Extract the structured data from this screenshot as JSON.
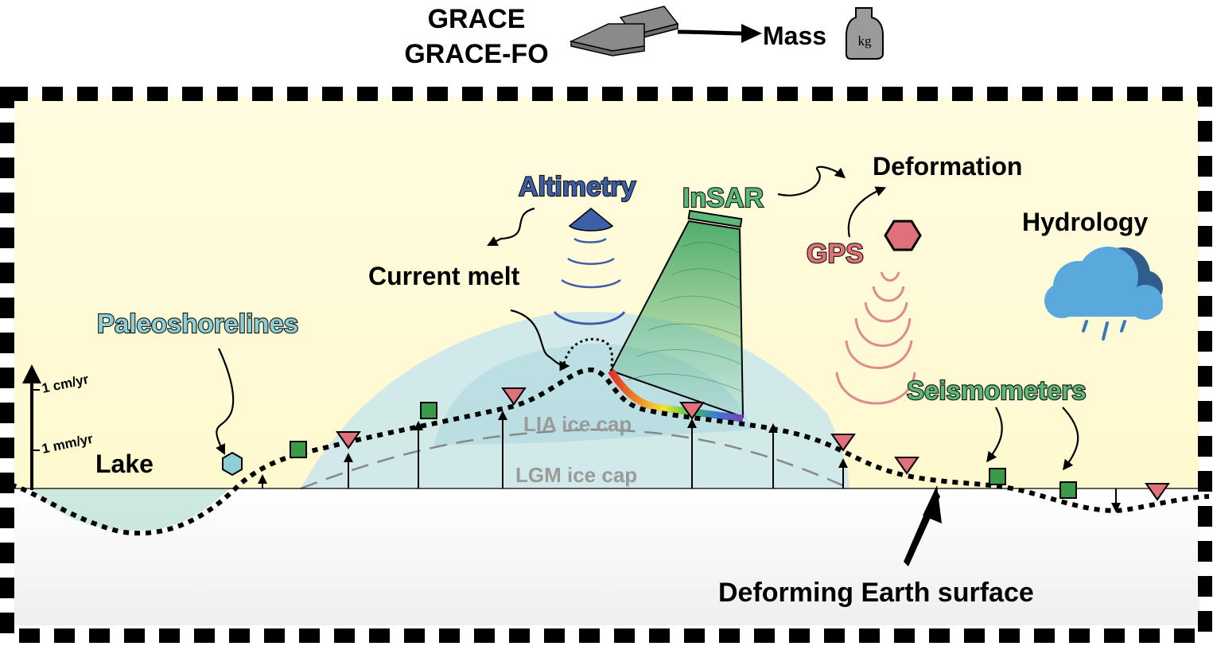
{
  "header": {
    "satellite_line1": "GRACE",
    "satellite_line2": "GRACE-FO",
    "mass_label": "Mass",
    "weight_unit": "kg"
  },
  "labels": {
    "altimetry": "Altimetry",
    "insar": "InSAR",
    "deformation": "Deformation",
    "gps": "GPS",
    "hydrology": "Hydrology",
    "current_melt": "Current melt",
    "paleoshorelines": "Paleoshorelines",
    "seismometers": "Seismometers",
    "lake": "Lake",
    "lia_ice_cap": "LIA ice cap",
    "lgm_ice_cap": "LGM ice cap",
    "deforming_surface": "Deforming Earth surface"
  },
  "scale": {
    "upper": "1 cm/yr",
    "lower": "1 mm/yr"
  },
  "colors": {
    "altimetry": "#3d5fa8",
    "insar": "#5cb878",
    "gps": "#e0707a",
    "paleoshorelines": "#8ecfd6",
    "seismometer_fill": "#3a9a48",
    "cloud_front": "#5aa9dc",
    "cloud_back": "#2f5e8c",
    "sky": "#fffbd9",
    "ice": "#c9e6ec"
  }
}
